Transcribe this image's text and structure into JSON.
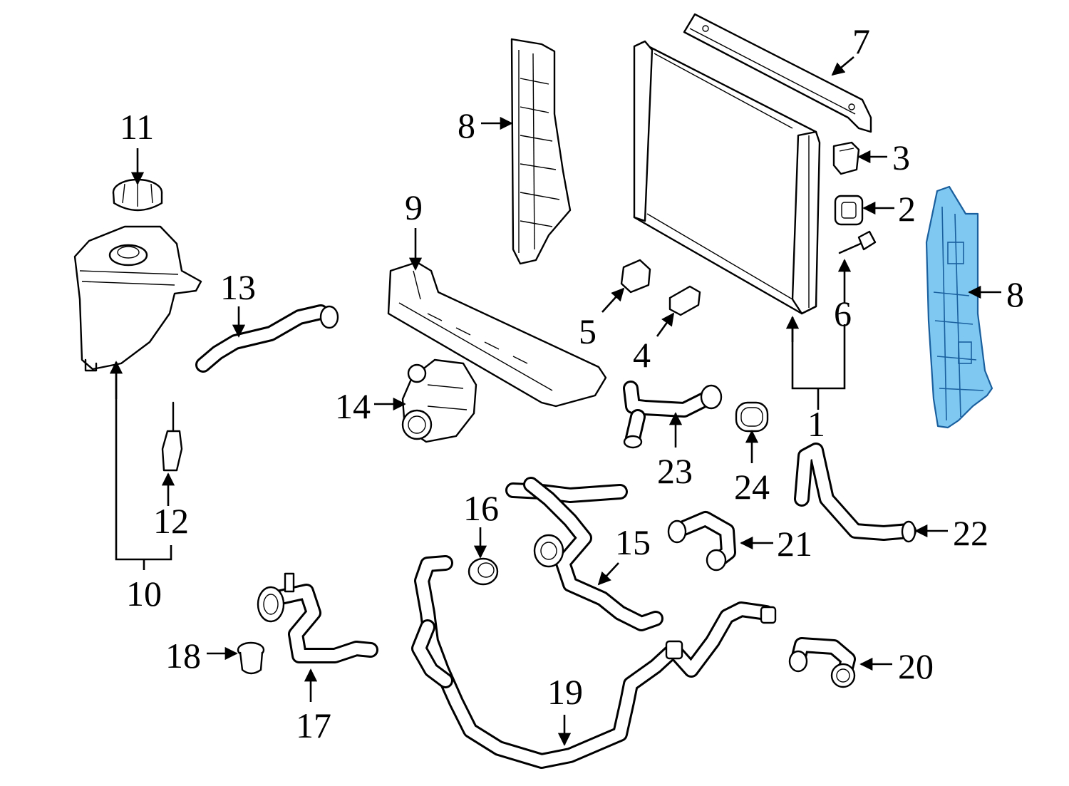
{
  "callouts": {
    "c1": "1",
    "c2": "2",
    "c3": "3",
    "c4": "4",
    "c5": "5",
    "c6": "6",
    "c7": "7",
    "c8a": "8",
    "c8b": "8",
    "c9": "9",
    "c10": "10",
    "c11": "11",
    "c12": "12",
    "c13": "13",
    "c14": "14",
    "c15": "15",
    "c16": "16",
    "c17": "17",
    "c18": "18",
    "c19": "19",
    "c20": "20",
    "c21": "21",
    "c22": "22",
    "c23": "23",
    "c24": "24"
  },
  "highlight": {
    "part": "8",
    "color": "#7ec8f2",
    "outline": "#1a5f9e"
  }
}
